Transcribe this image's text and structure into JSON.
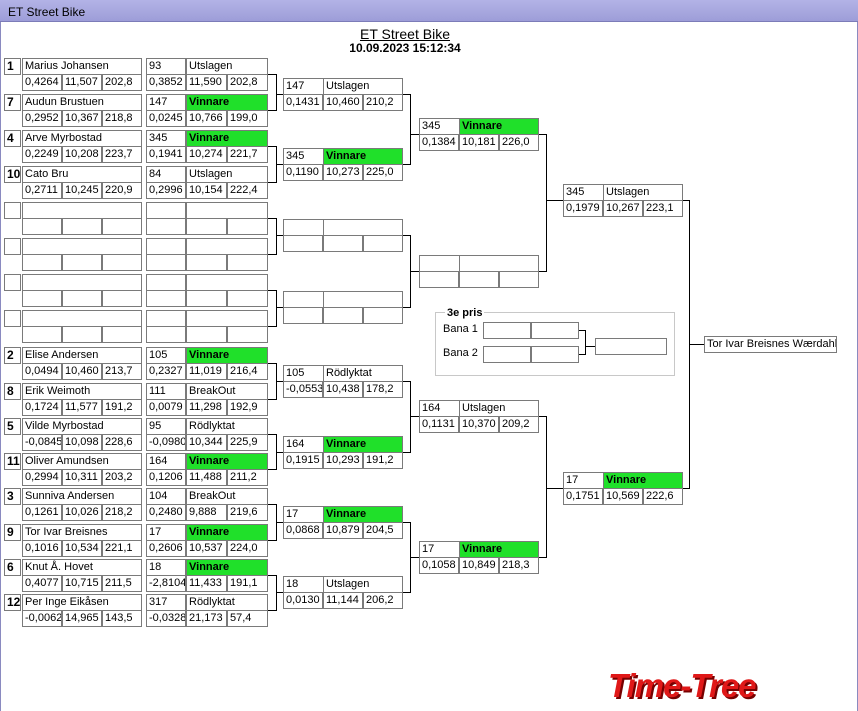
{
  "window": {
    "title": "ET Street Bike"
  },
  "header": {
    "title": "ET Street Bike",
    "datetime": "10.09.2023 15:12:34"
  },
  "r1": [
    {
      "seed": "1",
      "name": "Marius Johansen",
      "rt": "0,4264",
      "et": "11,507",
      "spd": "202,8",
      "res_no": "93",
      "res": "Utslagen",
      "res_rt": "0,3852",
      "res_et": "11,590",
      "res_spd": "202,8"
    },
    {
      "seed": "7",
      "name": "Audun Brustuen",
      "rt": "0,2952",
      "et": "10,367",
      "spd": "218,8",
      "res_no": "147",
      "res": "Vinnare",
      "res_rt": "0,0245",
      "res_et": "10,766",
      "res_spd": "199,0"
    },
    {
      "seed": "4",
      "name": "Arve Myrbostad",
      "rt": "0,2249",
      "et": "10,208",
      "spd": "223,7",
      "res_no": "345",
      "res": "Vinnare",
      "res_rt": "0,1941",
      "res_et": "10,274",
      "res_spd": "221,7"
    },
    {
      "seed": "10",
      "name": "Cato Bru",
      "rt": "0,2711",
      "et": "10,245",
      "spd": "220,9",
      "res_no": "84",
      "res": "Utslagen",
      "res_rt": "0,2996",
      "res_et": "10,154",
      "res_spd": "222,4"
    },
    {
      "seed": "",
      "name": "",
      "rt": "",
      "et": "",
      "spd": "",
      "res_no": "",
      "res": "",
      "res_rt": "",
      "res_et": "",
      "res_spd": ""
    },
    {
      "seed": "",
      "name": "",
      "rt": "",
      "et": "",
      "spd": "",
      "res_no": "",
      "res": "",
      "res_rt": "",
      "res_et": "",
      "res_spd": ""
    },
    {
      "seed": "",
      "name": "",
      "rt": "",
      "et": "",
      "spd": "",
      "res_no": "",
      "res": "",
      "res_rt": "",
      "res_et": "",
      "res_spd": ""
    },
    {
      "seed": "",
      "name": "",
      "rt": "",
      "et": "",
      "spd": "",
      "res_no": "",
      "res": "",
      "res_rt": "",
      "res_et": "",
      "res_spd": ""
    },
    {
      "seed": "2",
      "name": "Elise  Andersen",
      "rt": "0,0494",
      "et": "10,460",
      "spd": "213,7",
      "res_no": "105",
      "res": "Vinnare",
      "res_rt": "0,2327",
      "res_et": "11,019",
      "res_spd": "216,4"
    },
    {
      "seed": "8",
      "name": "Erik Weimoth",
      "rt": "0,1724",
      "et": "11,577",
      "spd": "191,2",
      "res_no": "111",
      "res": "BreakOut",
      "res_rt": "0,0079",
      "res_et": "11,298",
      "res_spd": "192,9"
    },
    {
      "seed": "5",
      "name": "Vilde Myrbostad",
      "rt": "-0,0845",
      "et": "10,098",
      "spd": "228,6",
      "res_no": "95",
      "res": "Rödlyktat",
      "res_rt": "-0,0980",
      "res_et": "10,344",
      "res_spd": "225,9"
    },
    {
      "seed": "11",
      "name": "Oliver Amundsen",
      "rt": "0,2994",
      "et": "10,311",
      "spd": "203,2",
      "res_no": "164",
      "res": "Vinnare",
      "res_rt": "0,1206",
      "res_et": "11,488",
      "res_spd": "211,2"
    },
    {
      "seed": "3",
      "name": "Sunniva Andersen",
      "rt": "0,1261",
      "et": "10,026",
      "spd": "218,2",
      "res_no": "104",
      "res": "BreakOut",
      "res_rt": "0,2480",
      "res_et": "9,888",
      "res_spd": "219,6"
    },
    {
      "seed": "9",
      "name": "Tor Ivar Breisnes",
      "rt": "0,1016",
      "et": "10,534",
      "spd": "221,1",
      "res_no": "17",
      "res": "Vinnare",
      "res_rt": "0,2606",
      "res_et": "10,537",
      "res_spd": "224,0"
    },
    {
      "seed": "6",
      "name": "Knut Å. Hovet",
      "rt": "0,4077",
      "et": "10,715",
      "spd": "211,5",
      "res_no": "18",
      "res": "Vinnare",
      "res_rt": "-2,8104",
      "res_et": "11,433",
      "res_spd": "191,1"
    },
    {
      "seed": "12",
      "name": "Per Inge Eikåsen",
      "rt": "-0,0062",
      "et": "14,965",
      "spd": "143,5",
      "res_no": "317",
      "res": "Rödlyktat",
      "res_rt": "-0,0328",
      "res_et": "21,173",
      "res_spd": "57,4"
    }
  ],
  "r2": [
    {
      "no": "147",
      "res": "Utslagen",
      "rt": "0,1431",
      "et": "10,460",
      "spd": "210,2"
    },
    {
      "no": "345",
      "res": "Vinnare",
      "rt": "0,1190",
      "et": "10,273",
      "spd": "225,0"
    },
    {
      "no": "",
      "res": "",
      "rt": "",
      "et": "",
      "spd": ""
    },
    {
      "no": "",
      "res": "",
      "rt": "",
      "et": "",
      "spd": ""
    },
    {
      "no": "105",
      "res": "Rödlyktat",
      "rt": "-0,0553",
      "et": "10,438",
      "spd": "178,2"
    },
    {
      "no": "164",
      "res": "Vinnare",
      "rt": "0,1915",
      "et": "10,293",
      "spd": "191,2"
    },
    {
      "no": "17",
      "res": "Vinnare",
      "rt": "0,0868",
      "et": "10,879",
      "spd": "204,5"
    },
    {
      "no": "18",
      "res": "Utslagen",
      "rt": "0,0130",
      "et": "11,144",
      "spd": "206,2"
    }
  ],
  "r3": [
    {
      "no": "345",
      "res": "Vinnare",
      "rt": "0,1384",
      "et": "10,181",
      "spd": "226,0"
    },
    {
      "no": "",
      "res": "",
      "rt": "",
      "et": "",
      "spd": ""
    },
    {
      "no": "164",
      "res": "Utslagen",
      "rt": "0,1131",
      "et": "10,370",
      "spd": "209,2"
    },
    {
      "no": "17",
      "res": "Vinnare",
      "rt": "0,1058",
      "et": "10,849",
      "spd": "218,3"
    }
  ],
  "r4": [
    {
      "no": "345",
      "res": "Utslagen",
      "rt": "0,1979",
      "et": "10,267",
      "spd": "223,1"
    },
    {
      "no": "17",
      "res": "Vinnare",
      "rt": "0,1751",
      "et": "10,569",
      "spd": "222,6"
    }
  ],
  "third": {
    "title": "3e pris",
    "lane1": "Bana 1",
    "lane2": "Bana 2"
  },
  "winner": "Tor Ivar Breisnes Wærdahl",
  "logo": "Time-Tree",
  "colors": {
    "win": "#20e02a",
    "titlebar": "#a7a7de",
    "logo": "#e01818"
  }
}
